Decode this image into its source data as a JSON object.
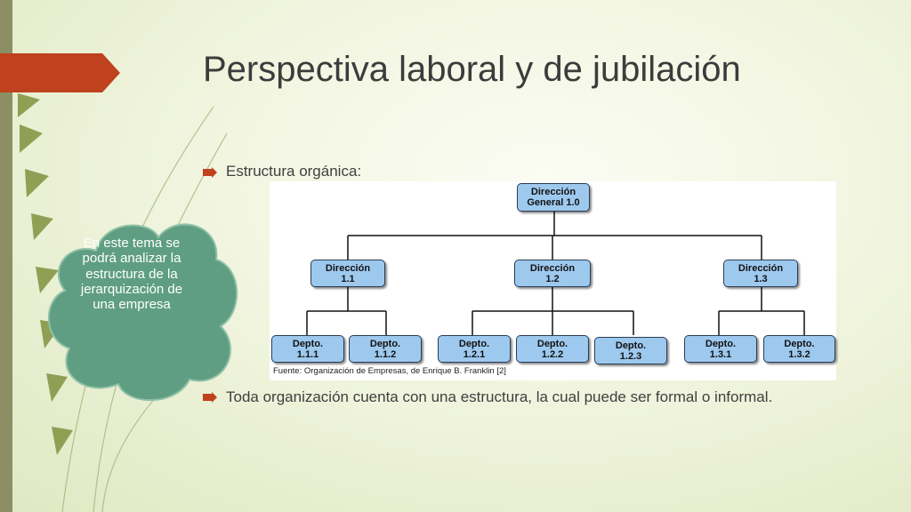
{
  "slide": {
    "title": "Perspectiva laboral y de jubilación",
    "bullets": [
      "Estructura orgánica:",
      "Toda organización cuenta con una estructura, la cual puede ser formal o informal."
    ],
    "callout_text": "En este tema se podrá analizar la estructura de la jerarquización de una empresa"
  },
  "org_chart": {
    "root": {
      "line1": "Dirección",
      "line2": "General 1.0"
    },
    "directions": [
      {
        "line1": "Dirección",
        "line2": "1.1"
      },
      {
        "line1": "Dirección",
        "line2": "1.2"
      },
      {
        "line1": "Dirección",
        "line2": "1.3"
      }
    ],
    "departments": [
      {
        "line1": "Depto.",
        "line2": "1.1.1"
      },
      {
        "line1": "Depto.",
        "line2": "1.1.2"
      },
      {
        "line1": "Depto.",
        "line2": "1.2.1"
      },
      {
        "line1": "Depto.",
        "line2": "1.2.2"
      },
      {
        "line1": "Depto.",
        "line2": "1.2.3"
      },
      {
        "line1": "Depto.",
        "line2": "1.3.1"
      },
      {
        "line1": "Depto.",
        "line2": "1.3.2"
      }
    ],
    "source": "Fuente: Organización de Empresas, de Enrique B. Franklin [2]"
  },
  "colors": {
    "accent": "#c0411d",
    "box_fill": "#9ec9ee",
    "cloud": "#5f9e82",
    "sidebar": "#8b8f63"
  }
}
